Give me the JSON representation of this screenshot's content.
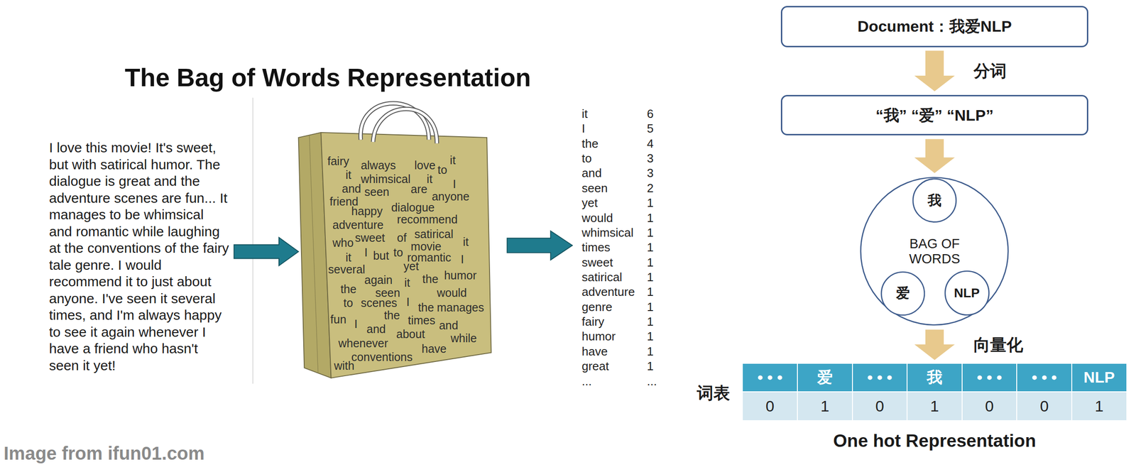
{
  "diagram": {
    "title": "The Bag of Words Representation",
    "nodes": [
      {
        "text": [
          "Document：我爱NLP"
        ]
      },
      {
        "text": [
          "“我” “爱” “NLP”"
        ]
      },
      {
        "text": [
          "BAG OF WORDS"
        ]
      },
      {
        "text": [
          "我"
        ],
        "in": 2
      },
      {
        "text": [
          "爱"
        ],
        "in": 2
      },
      {
        "text": [
          "NLP"
        ],
        "in": 2
      },
      {
        "text": [
          "One hot Representation"
        ]
      },
      {
        "text": [
          "• • •"
        ],
        "in": 6
      },
      {
        "text": [
          "爱"
        ],
        "in": 6
      },
      {
        "text": [
          "• • •"
        ],
        "in": 6
      },
      {
        "text": [
          "我"
        ],
        "in": 6
      },
      {
        "text": [
          "• • •"
        ],
        "in": 6
      },
      {
        "text": [
          "• • •"
        ],
        "in": 6
      },
      {
        "text": [
          "NLP"
        ],
        "in": 6
      },
      {
        "text": [
          "0"
        ],
        "in": 6
      },
      {
        "text": [
          "1"
        ],
        "in": 6
      },
      {
        "text": [
          "0"
        ],
        "in": 6
      },
      {
        "text": [
          "1"
        ],
        "in": 6
      },
      {
        "text": [
          "0"
        ],
        "in": 6
      },
      {
        "text": [
          "0"
        ],
        "in": 6
      },
      {
        "text": [
          "1"
        ],
        "in": 6
      }
    ],
    "edges": [
      {
        "from": 0,
        "to": 1,
        "arrow": "to",
        "label": "分词"
      },
      {
        "from": 1,
        "to": 2,
        "arrow": "to"
      },
      {
        "from": 2,
        "to": 6,
        "arrow": "to",
        "label": "向量化"
      }
    ],
    "labels": [
      "I love this movie! It's sweet, but with satirical humor. The dialogue is great and the adventure scenes are fun... It manages to be whimsical and romantic while laughing at the conventions of the fairy tale genre. I would recommend it to just about anyone. I've seen it several times, and I'm always happy to see it again whenever I have a friend who hasn't seen it yet!",
      "fairy",
      "always",
      "love",
      "to",
      "it",
      "it",
      "whimsical",
      "it",
      "I",
      "and",
      "seen",
      "are",
      "anyone",
      "friend",
      "happy",
      "dialogue",
      "adventure",
      "recommend",
      "who",
      "sweet",
      "of",
      "satirical",
      "it",
      "it",
      "I",
      "but",
      "to",
      "movie",
      "romantic",
      "I",
      "several",
      "yet",
      "again",
      "it",
      "the",
      "humor",
      "the",
      "seen",
      "would",
      "to",
      "scenes",
      "I",
      "the",
      "manages",
      "the",
      "fun",
      "I",
      "times",
      "and",
      "and",
      "about",
      "while",
      "whenever",
      "have",
      "conventions",
      "with",
      "it",
      "6",
      "I",
      "5",
      "the",
      "4",
      "to",
      "3",
      "and",
      "3",
      "seen",
      "2",
      "yet",
      "1",
      "would",
      "1",
      "whimsical",
      "1",
      "times",
      "1",
      "sweet",
      "1",
      "satirical",
      "1",
      "adventure",
      "1",
      "genre",
      "1",
      "fairy",
      "1",
      "humor",
      "1",
      "have",
      "1",
      "great",
      "1",
      "...",
      "...",
      "词表",
      "Image from ifun01.com"
    ]
  }
}
